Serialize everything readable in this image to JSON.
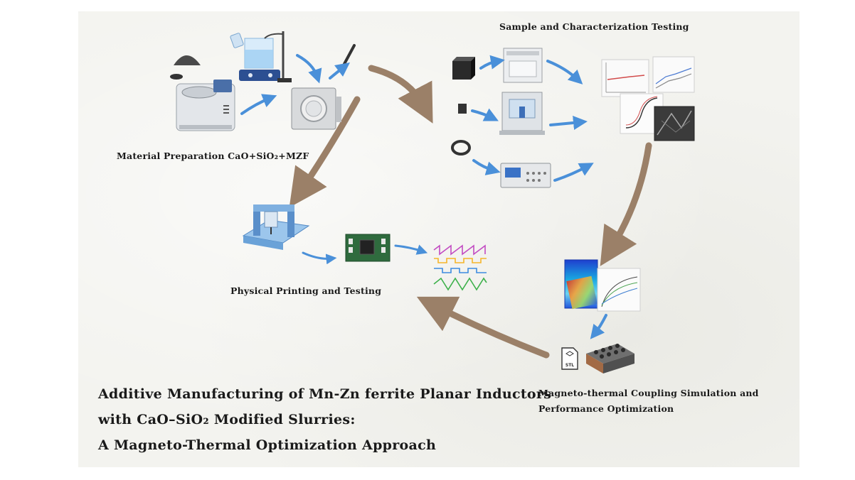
{
  "labels": {
    "material": "Material Preparation CaO+SiO₂+MZF",
    "sample": "Sample and Characterization Testing",
    "printing": "Physical Printing and Testing",
    "sim_line1": "Magneto-thermal Coupling Simulation and",
    "sim_line2": "Performance Optimization",
    "stl": "STL"
  },
  "title": {
    "line1": "Additive Manufacturing of Mn-Zn ferrite Planar Inductors",
    "line2": "with CaO–SiO₂ Modified Slurries:",
    "line3": "A Magneto-Thermal Optimization Approach"
  },
  "colors": {
    "flow_arrow": "#9b8068",
    "step_arrow": "#4a90d9",
    "paper": "#f3f3ef"
  }
}
